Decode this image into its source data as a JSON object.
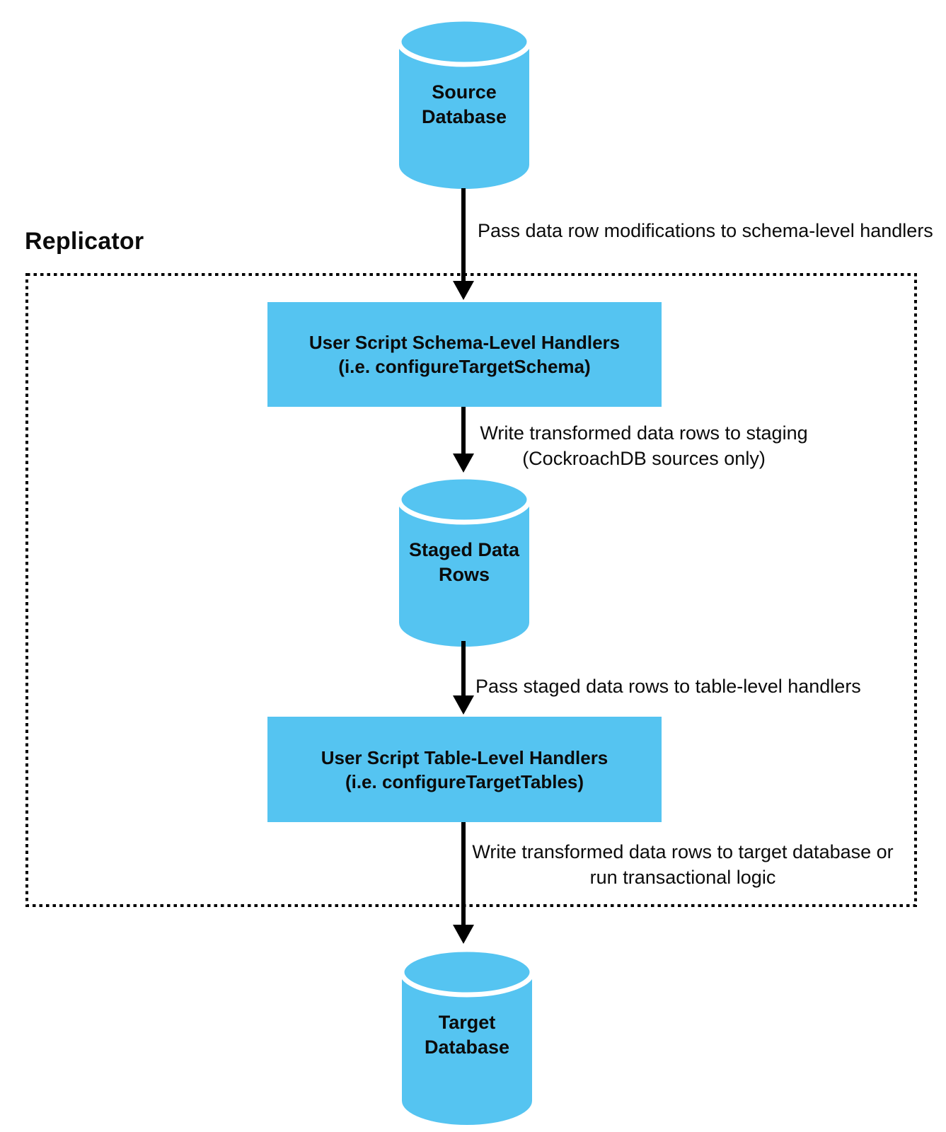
{
  "colors": {
    "node_fill": "#55c4f1",
    "arrow": "#000000",
    "text": "#0b0b0b",
    "dashed_border": "#000000",
    "background": "#ffffff"
  },
  "replicator": {
    "label": "Replicator"
  },
  "nodes": {
    "source_db": {
      "type": "database",
      "label": "Source\nDatabase"
    },
    "schema_handlers": {
      "type": "process",
      "label": "User Script Schema-Level Handlers\n(i.e. configureTargetSchema)"
    },
    "staged_rows": {
      "type": "database",
      "label": "Staged Data\nRows"
    },
    "table_handlers": {
      "type": "process",
      "label": "User Script Table-Level Handlers\n(i.e. configureTargetTables)"
    },
    "target_db": {
      "type": "database",
      "label": "Target\nDatabase"
    }
  },
  "edges": {
    "source_to_schema": {
      "label": "Pass data row modifications to schema-level handlers"
    },
    "schema_to_staged": {
      "label": "Write transformed data rows to staging\n(CockroachDB sources only)"
    },
    "staged_to_table": {
      "label": "Pass staged data rows to table-level handlers"
    },
    "table_to_target": {
      "label": "Write transformed data rows to target database or\nrun transactional logic"
    }
  }
}
